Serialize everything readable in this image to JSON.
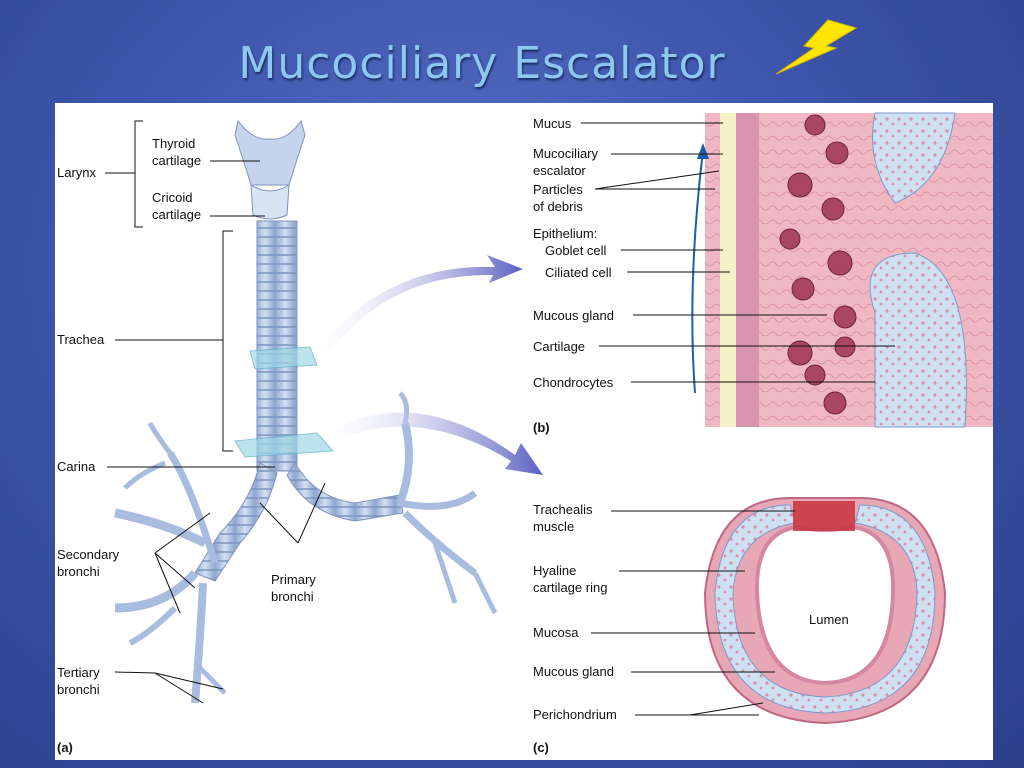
{
  "title": "Mucociliary Escalator",
  "icon": "lightning-bolt-icon",
  "colors": {
    "background": "#3e57ad",
    "title": "#8ec8f0",
    "bolt": "#ffe600",
    "bronchi": "#b3c7e6",
    "mucosa": "#e8a7b7",
    "cartilage": "#cfe0f2",
    "arrow": "#6f72c6"
  },
  "panel_a": {
    "tag": "(a)",
    "labels": {
      "larynx": "Larynx",
      "thyroid": "Thyroid\ncartilage",
      "cricoid": "Cricoid\ncartilage",
      "trachea": "Trachea",
      "carina": "Carina",
      "secondary": "Secondary\nbronchi",
      "primary": "Primary\nbronchi",
      "tertiary": "Tertiary\nbronchi"
    }
  },
  "panel_b": {
    "tag": "(b)",
    "labels": {
      "mucus": "Mucus",
      "escalator": "Mucociliary\nescalator",
      "particles": "Particles\nof debris",
      "epithelium": "Epithelium:",
      "goblet": "Goblet cell",
      "ciliated": "Ciliated cell",
      "gland": "Mucous gland",
      "cartilage": "Cartilage",
      "chondrocytes": "Chondrocytes"
    }
  },
  "panel_c": {
    "tag": "(c)",
    "labels": {
      "trachealis": "Trachealis\nmuscle",
      "hyaline": "Hyaline\ncartilage ring",
      "lumen": "Lumen",
      "mucosa": "Mucosa",
      "gland": "Mucous gland",
      "perichondrium": "Perichondrium"
    }
  }
}
